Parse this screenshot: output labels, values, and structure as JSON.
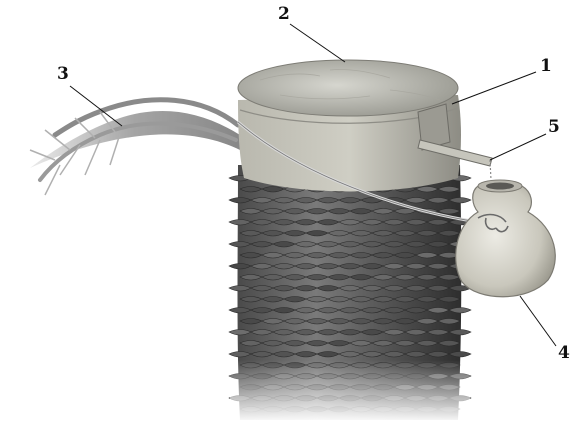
{
  "labels": {
    "n1": "1",
    "n2": "2",
    "n3": "3",
    "n4": "4",
    "n5": "5"
  },
  "colors": {
    "trunk_dark": "#3a3a3a",
    "scale_mid": "#6a6a6a",
    "crown_light": "#c8c8c0",
    "gourd": "#d9d7ce",
    "background": "#ffffff"
  }
}
